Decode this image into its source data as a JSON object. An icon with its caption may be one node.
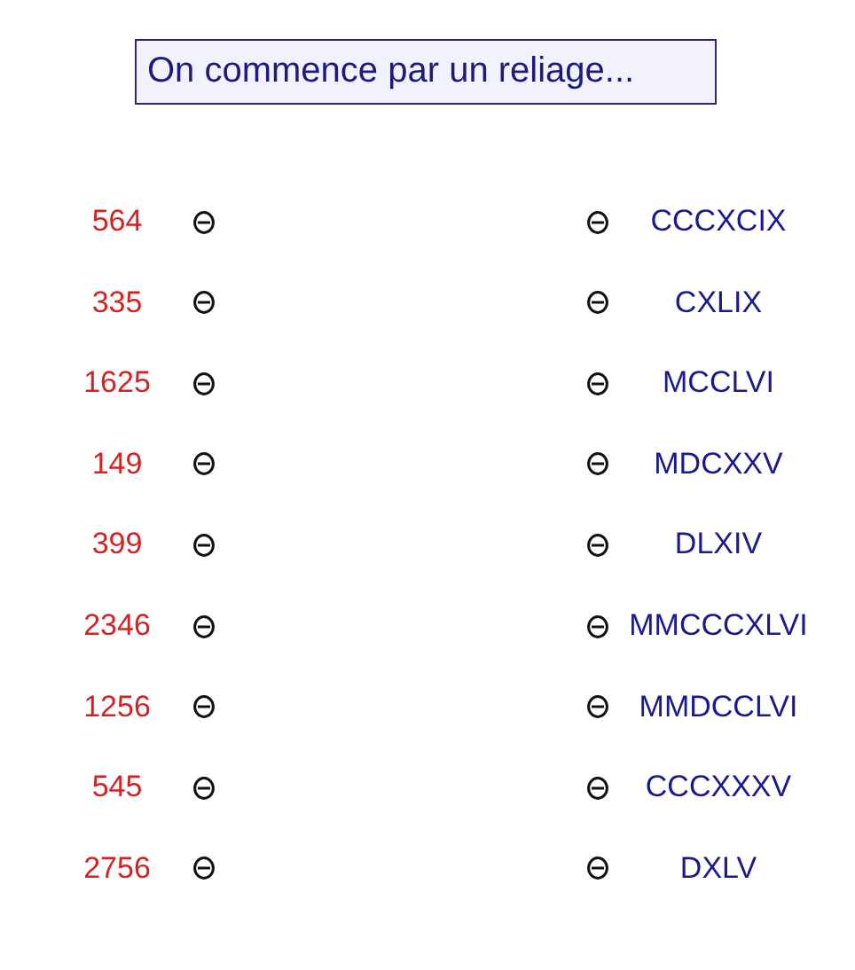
{
  "diagram": {
    "title": "On commence par un reliage...",
    "labels": [
      "564",
      "CCCXCIX",
      "335",
      "CXLIX",
      "1625",
      "MCCLVI",
      "149",
      "MDCXXV",
      "399",
      "DLXIV",
      "2346",
      "MMCCCXLVI",
      "1256",
      "MMDCCLVI",
      "545",
      "CCCXXXV",
      "2756",
      "DXLV"
    ]
  }
}
